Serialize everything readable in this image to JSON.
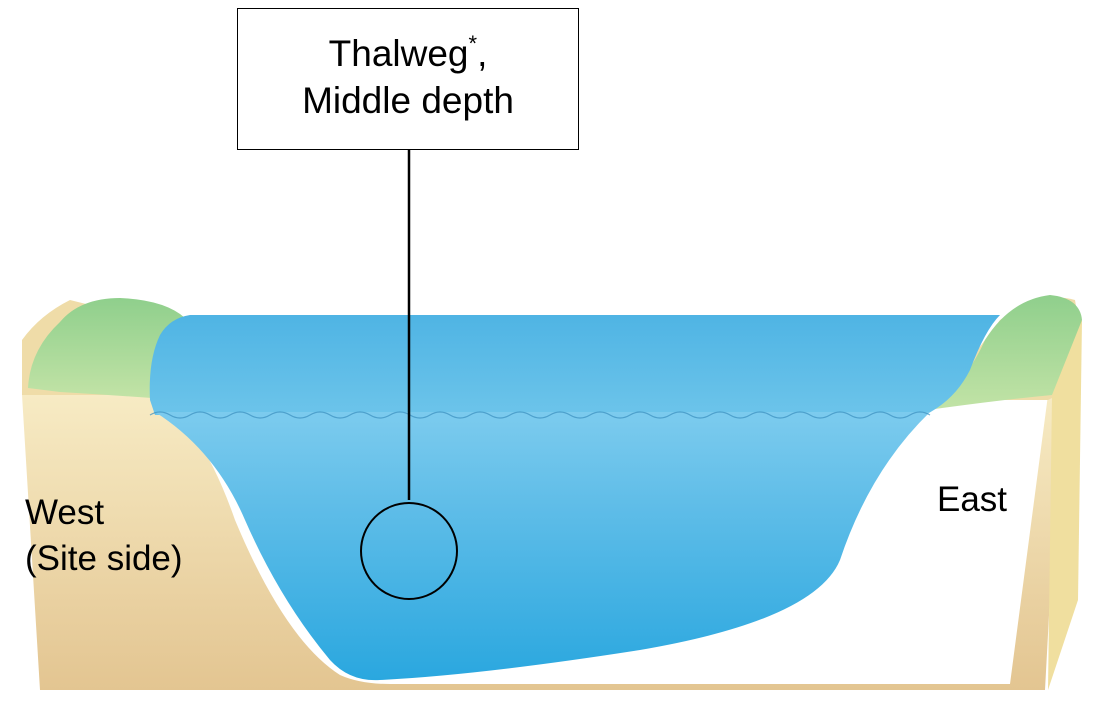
{
  "callout": {
    "title": "Thalweg",
    "footnote_marker": "*",
    "title_suffix": ",",
    "subtitle": "Middle depth"
  },
  "banks": {
    "west_line1": "West",
    "west_line2": "(Site side)",
    "east": "East"
  },
  "colors": {
    "water": "#4fb6e3",
    "water_light": "#7fcbec",
    "soil": "#e7cf9c",
    "soil_top": "#f2e4b4",
    "vegetation": "#9fd39a",
    "outline": "#000000"
  }
}
